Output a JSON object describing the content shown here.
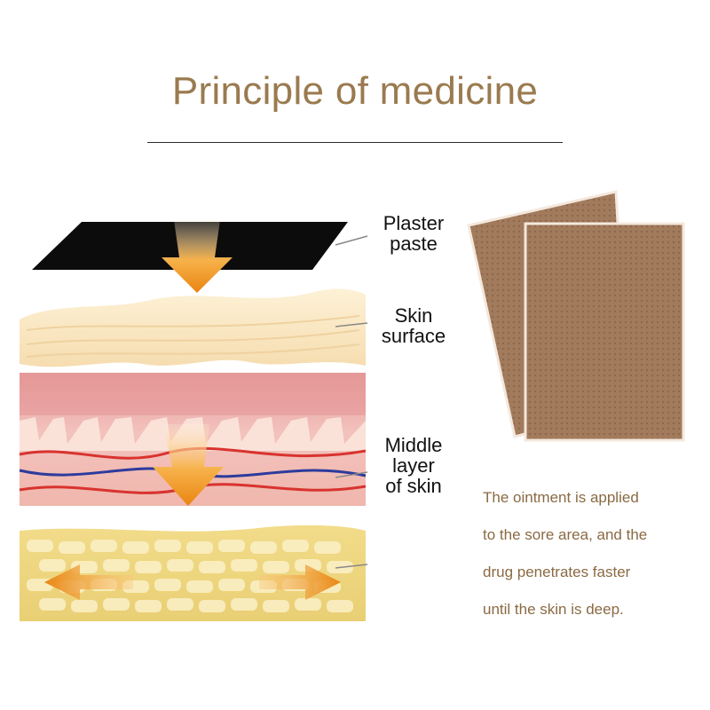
{
  "title": "Principle of medicine",
  "labels": {
    "plaster": [
      "Plaster",
      "paste"
    ],
    "skin": [
      "Skin",
      "surface"
    ],
    "middle": [
      "Middle",
      "layer",
      "of skin"
    ]
  },
  "description": [
    "The ointment is applied",
    "to the sore area, and the",
    "drug penetrates faster",
    "until the skin is deep."
  ],
  "colors": {
    "title": "#9a7a4f",
    "description": "#8a6a43",
    "plaster": "#0c0c0c",
    "arrow": "#f09a2a",
    "patch": "#9c7558"
  }
}
